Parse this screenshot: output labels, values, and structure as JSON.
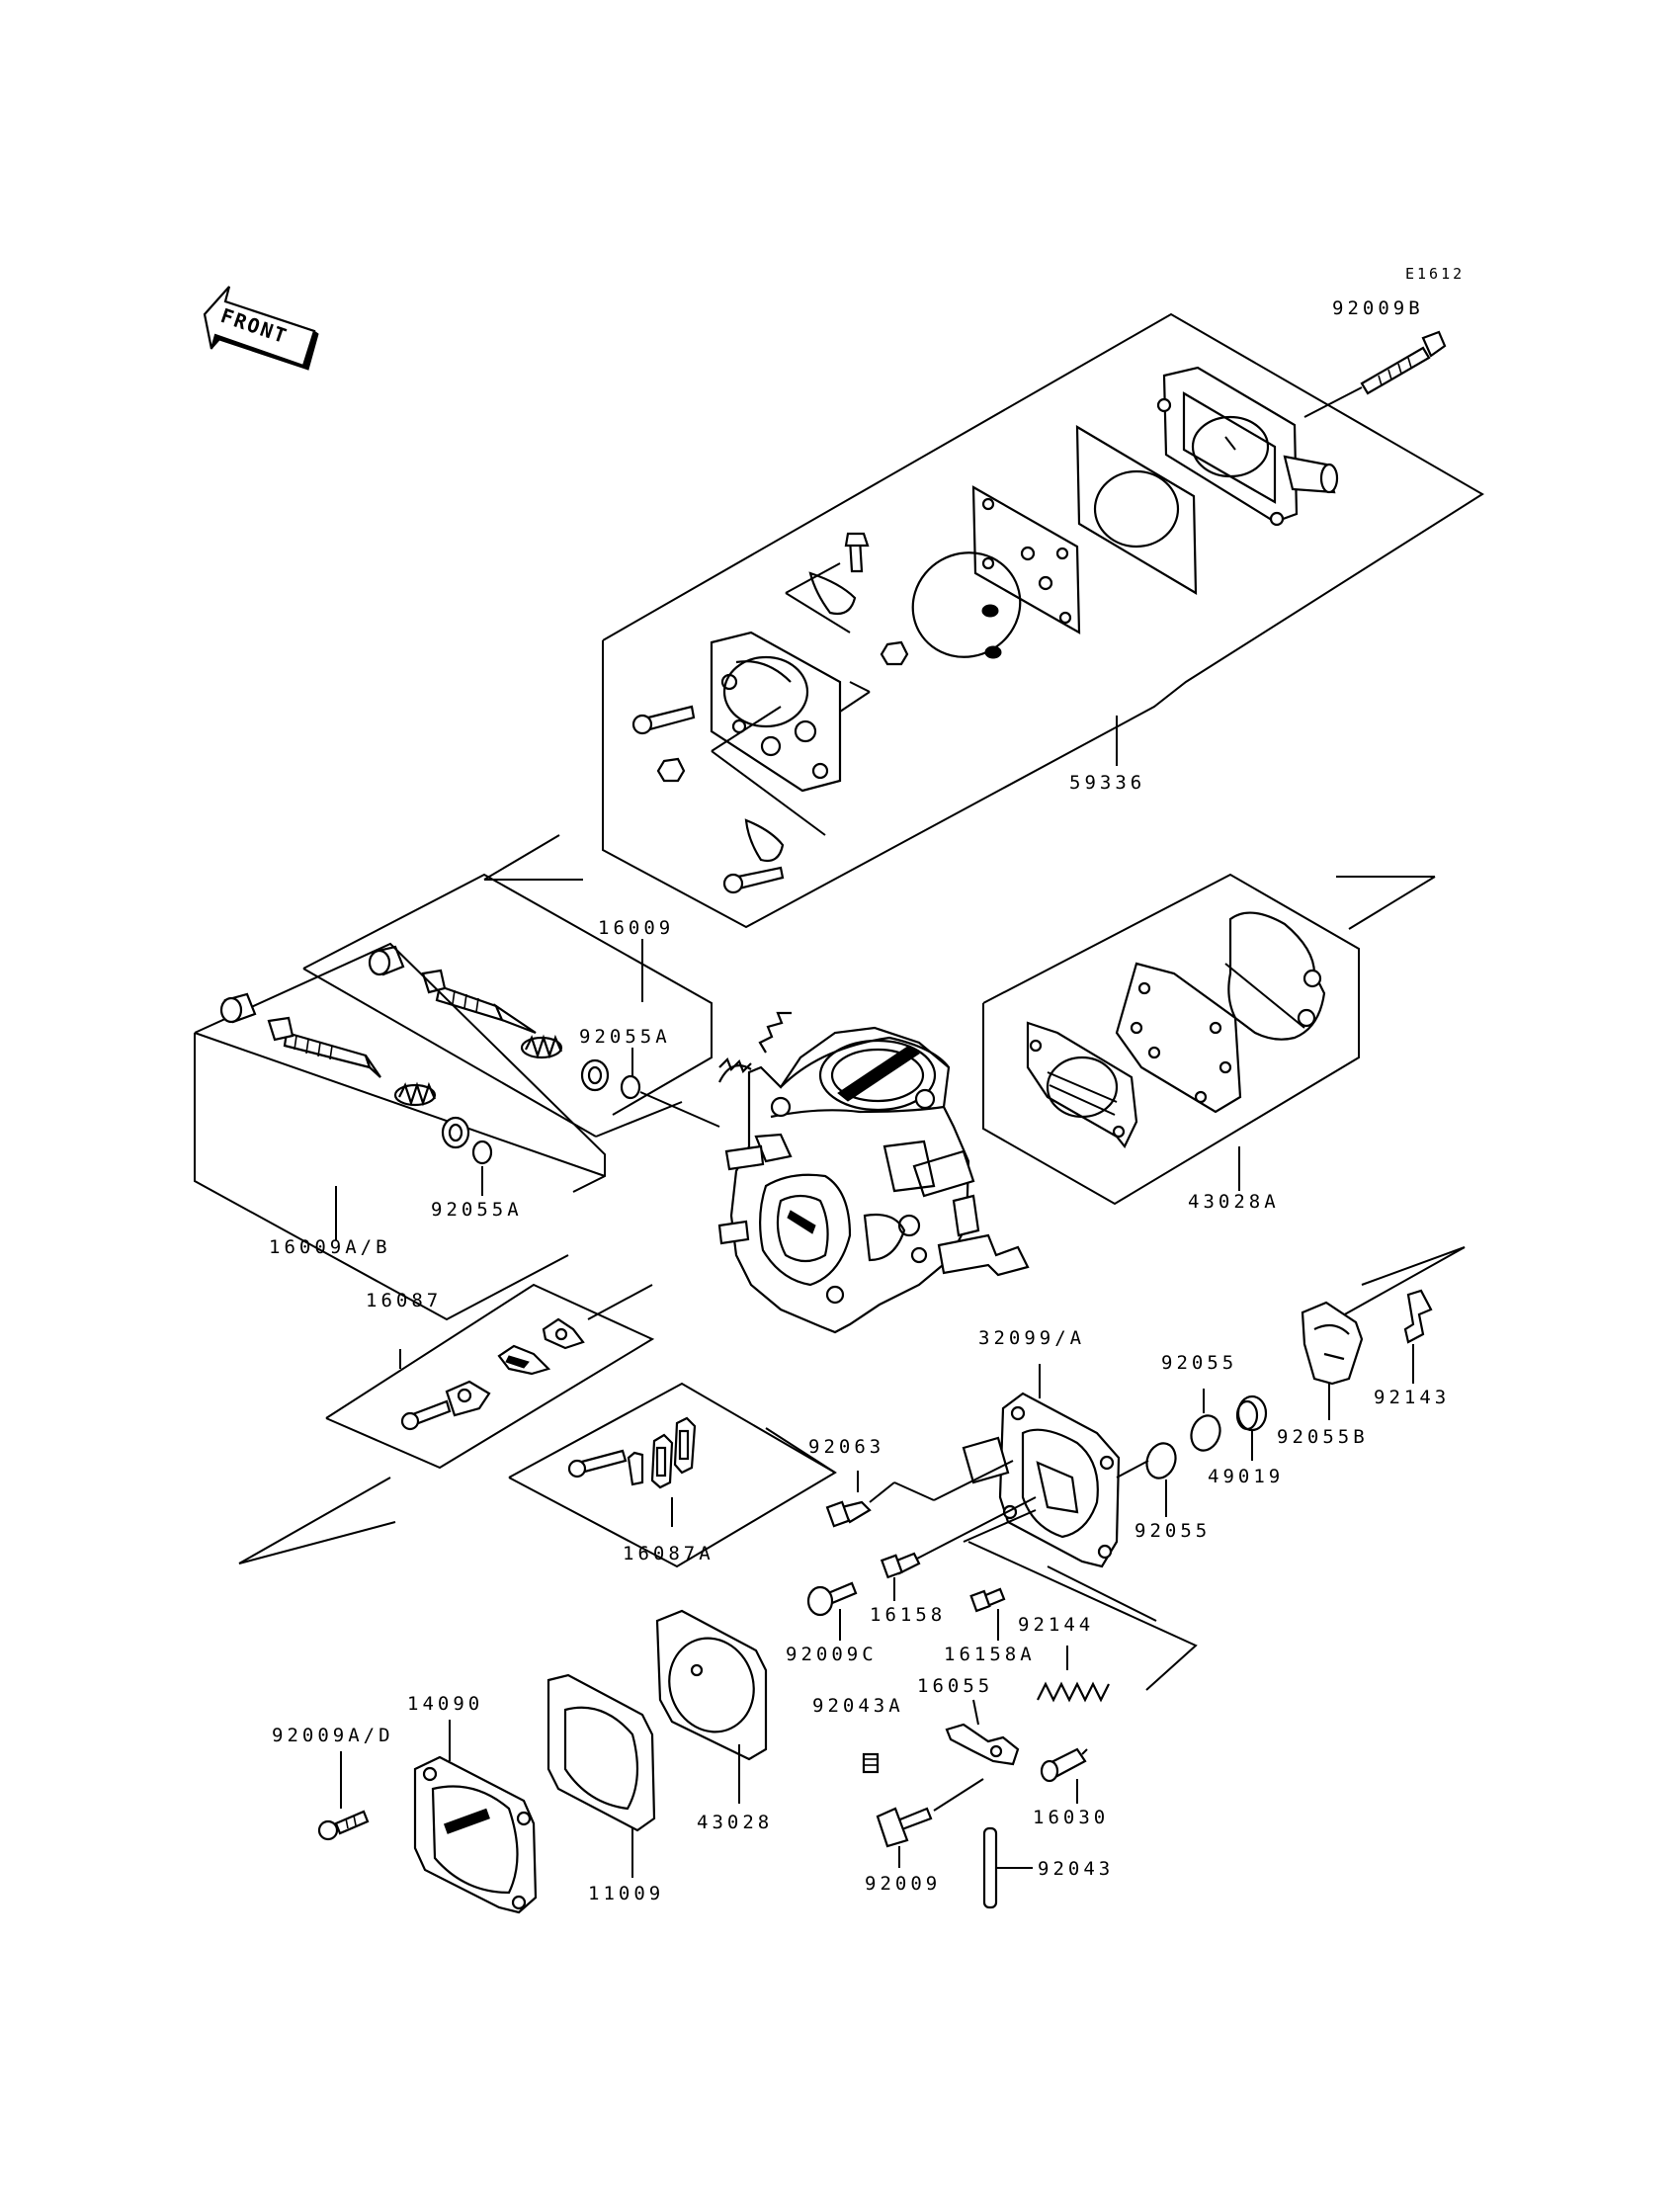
{
  "diagram_code": "E1612",
  "front_label": "FRONT",
  "labels": {
    "p92009B": "92009B",
    "p59336": "59336",
    "p16009": "16009",
    "p92055A_top": "92055A",
    "p92055A_bottom": "92055A",
    "p16009AB": "16009A/B",
    "p43028A": "43028A",
    "p16087": "16087",
    "p32099A": "32099/A",
    "p92055_top": "92055",
    "p92055B": "92055B",
    "p92143": "92143",
    "p92063": "92063",
    "p49019": "49019",
    "p92055_bottom": "92055",
    "p16087A": "16087A",
    "p16158": "16158",
    "p92009C": "92009C",
    "p16158A": "16158A",
    "p92144": "92144",
    "p14090": "14090",
    "p16055": "16055",
    "p92043A": "92043A",
    "p92009AD": "92009A/D",
    "p43028": "43028",
    "p16030": "16030",
    "p11009": "11009",
    "p92009": "92009",
    "p92043": "92043"
  }
}
